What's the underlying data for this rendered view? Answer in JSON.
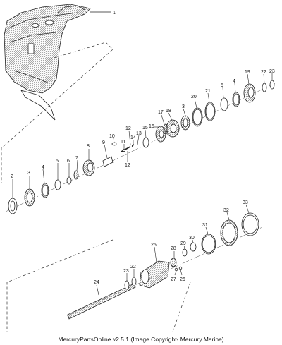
{
  "footer": "MercuryPartsOnline v2.5.1 (Image Copyright- Mercury Marine)",
  "callouts": {
    "c1": "1",
    "c2": "2",
    "c3a": "3",
    "c4a": "4",
    "c5a": "5",
    "c6": "6",
    "c7": "7",
    "c8": "8",
    "c9": "9",
    "c10": "10",
    "c11": "11",
    "c12a": "12",
    "c12b": "12",
    "c13": "13",
    "c14": "14",
    "c15": "15",
    "c16": "16",
    "c17": "17",
    "c3b": "3",
    "c18": "18",
    "c20": "20",
    "c21": "21",
    "c5b": "5",
    "c4b": "4",
    "c19": "19",
    "c22a": "22",
    "c23a": "23",
    "c24": "24",
    "c23b": "23",
    "c22b": "22",
    "c25": "25",
    "c27": "27",
    "c26": "26",
    "c28": "28",
    "c29": "29",
    "c30": "30",
    "c31": "31",
    "c32": "32",
    "c33": "33"
  }
}
